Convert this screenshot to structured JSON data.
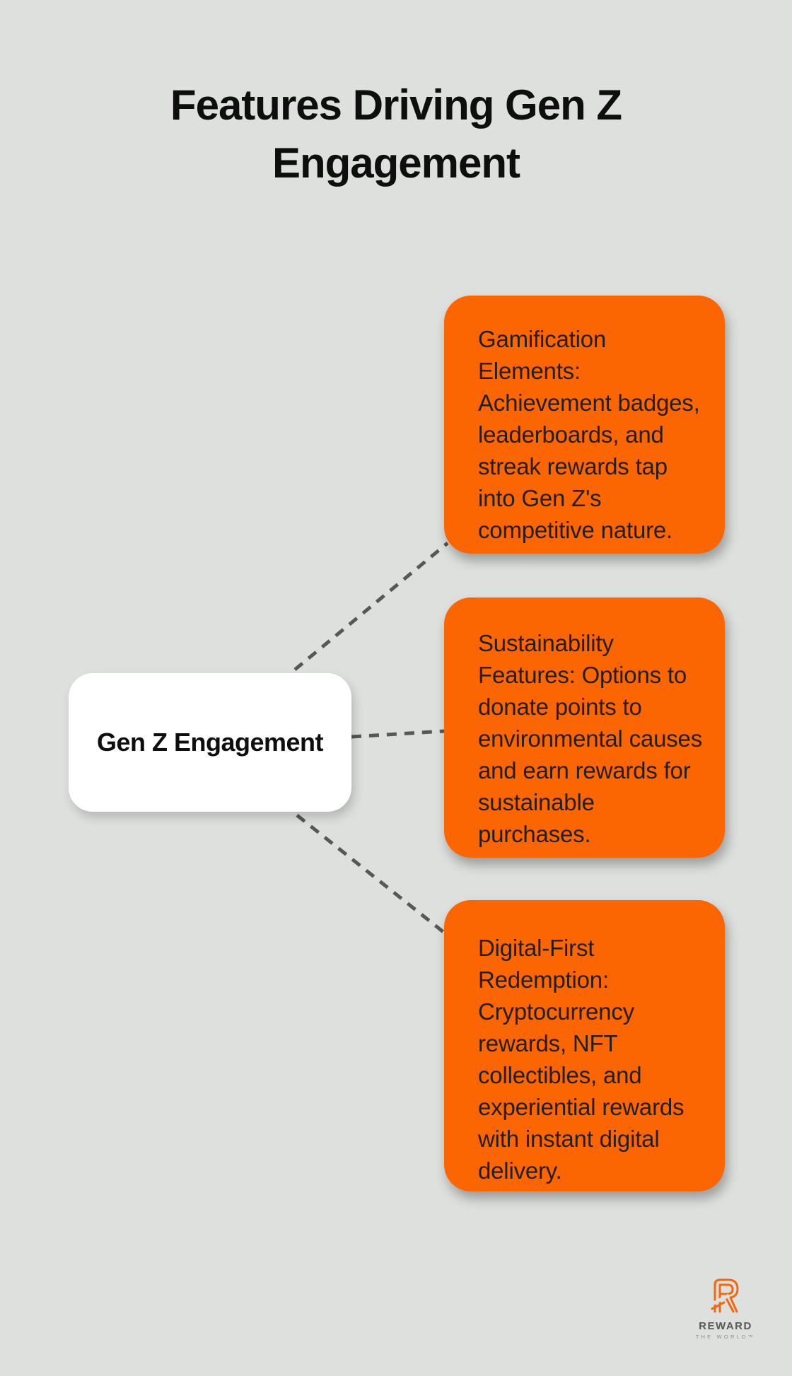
{
  "title": {
    "text": "Features Driving Gen Z\nEngagement"
  },
  "center_node": {
    "label": "Gen Z Engagement"
  },
  "features": [
    {
      "id": "gamification",
      "text": "Gamification\nElements:\nAchievement badges,\nleaderboards, and\nstreak rewards tap\ninto Gen Z's\ncompetitive nature."
    },
    {
      "id": "sustainability",
      "text": "Sustainability\nFeatures: Options to\ndonate points to\nenvironmental causes\nand earn rewards for\nsustainable\npurchases."
    },
    {
      "id": "digital_first",
      "text": "Digital-First\nRedemption:\nCryptocurrency\nrewards, NFT\ncollectibles, and\nexperiential rewards\nwith instant digital\ndelivery."
    }
  ],
  "logo": {
    "name": "REWARD",
    "tagline": "THE WORLD™"
  },
  "colors": {
    "background": "#dee0de",
    "accent_orange": "#FB6502",
    "logo_orange": "#F2680F",
    "box_text": "#231F20",
    "title_text": "#0E0E0E",
    "node_bg": "#FFFFFF",
    "node_text": "#0E0E0E",
    "connector": "#575757",
    "logo_gray": "#57585A",
    "tagline_gray": "#8A8C8E"
  }
}
